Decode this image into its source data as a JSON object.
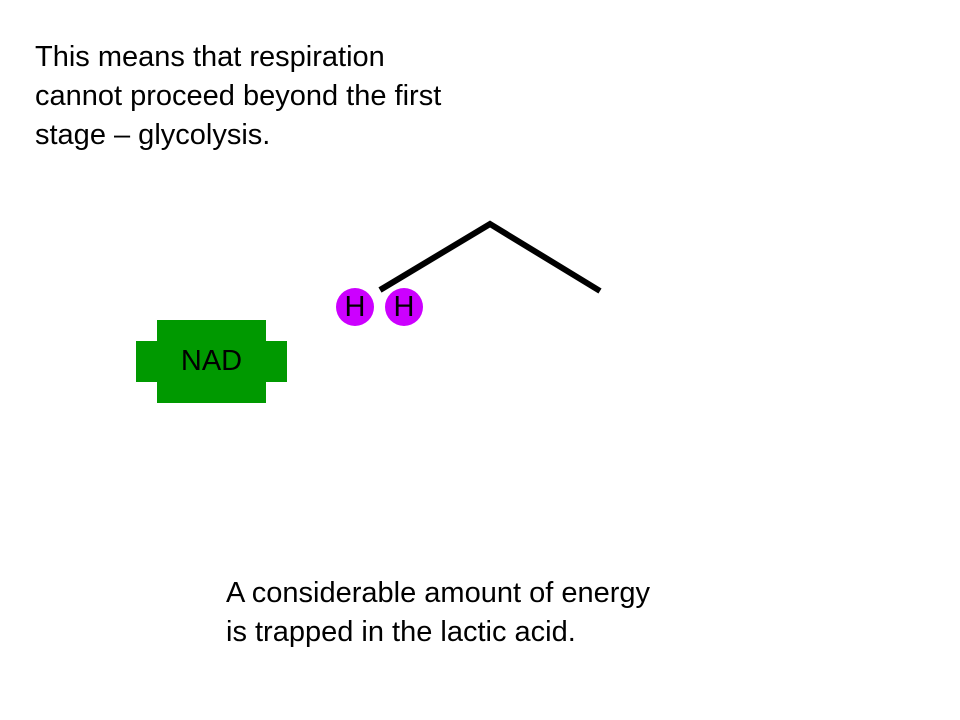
{
  "slide": {
    "intro_text": "This means that respiration\ncannot proceed beyond the first\nstage – glycolysis.",
    "energy_text": "A considerable amount of energy\nis trapped in the lactic acid."
  },
  "diagram": {
    "nad_label": "NAD",
    "hydrogen_labels": [
      "H",
      "H"
    ]
  },
  "colors": {
    "nad_fill": "#009900",
    "hydrogen_fill": "#cc00ff",
    "chain_stroke": "#000000",
    "text": "#000000"
  }
}
